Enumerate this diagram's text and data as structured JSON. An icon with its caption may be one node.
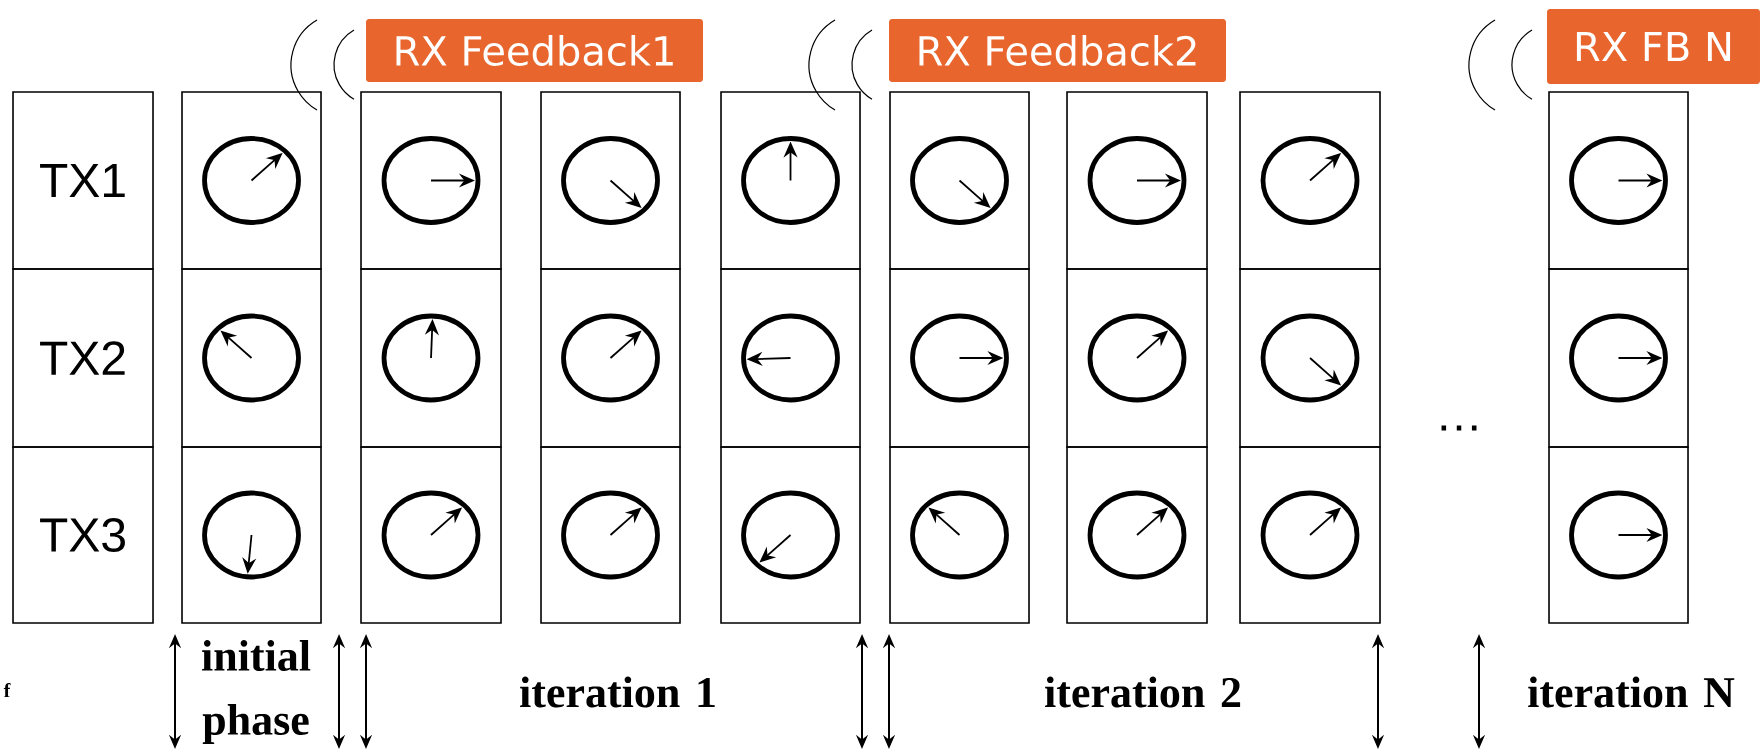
{
  "diagram": {
    "nodes": [
      {
        "text": [
          "RX Feedback1"
        ]
      },
      {
        "text": [
          "RX Feedback2"
        ]
      },
      {
        "text": [
          "RX FB N"
        ]
      },
      {
        "text": [
          "TX1"
        ]
      },
      {
        "text": [
          "TX2"
        ]
      },
      {
        "text": [
          "TX3"
        ]
      }
    ],
    "labels": [
      "…",
      "f",
      "initial phase",
      "iteration 1",
      "iteration 2",
      "iteration N"
    ]
  }
}
